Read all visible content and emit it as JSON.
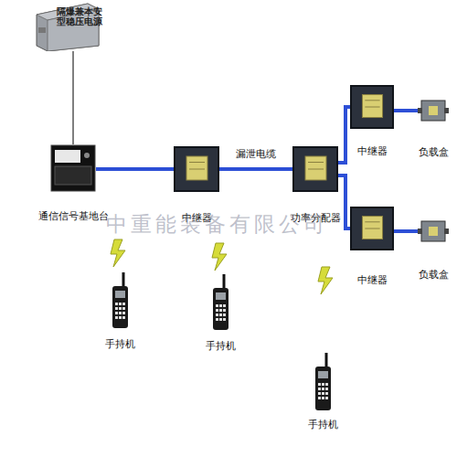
{
  "diagram": {
    "nodes": [
      {
        "text": [
          "隔爆兼本安型稳压电源"
        ]
      },
      {
        "text": [
          "通信信号基地台"
        ]
      },
      {
        "text": [
          "中继器"
        ]
      },
      {
        "text": [
          "功率分配器"
        ]
      },
      {
        "text": [
          "中继器"
        ]
      },
      {
        "text": [
          "中继器"
        ]
      },
      {
        "text": [
          "负载盒"
        ]
      },
      {
        "text": [
          "负载盒"
        ]
      },
      {
        "text": [
          "手持机"
        ]
      },
      {
        "text": [
          "手持机"
        ]
      },
      {
        "text": [
          "手持机"
        ]
      }
    ],
    "edges": [
      {
        "from": 0,
        "to": 1,
        "arrow": "none"
      },
      {
        "from": 1,
        "to": 2,
        "arrow": "none"
      },
      {
        "from": 2,
        "to": 3,
        "label": "漏泄电缆",
        "arrow": "none"
      },
      {
        "from": 3,
        "to": 4,
        "arrow": "none"
      },
      {
        "from": 3,
        "to": 5,
        "arrow": "none"
      },
      {
        "from": 4,
        "to": 6,
        "arrow": "none"
      },
      {
        "from": 5,
        "to": 7,
        "arrow": "none"
      }
    ],
    "labels": [
      "中重能装备有限公司"
    ]
  }
}
